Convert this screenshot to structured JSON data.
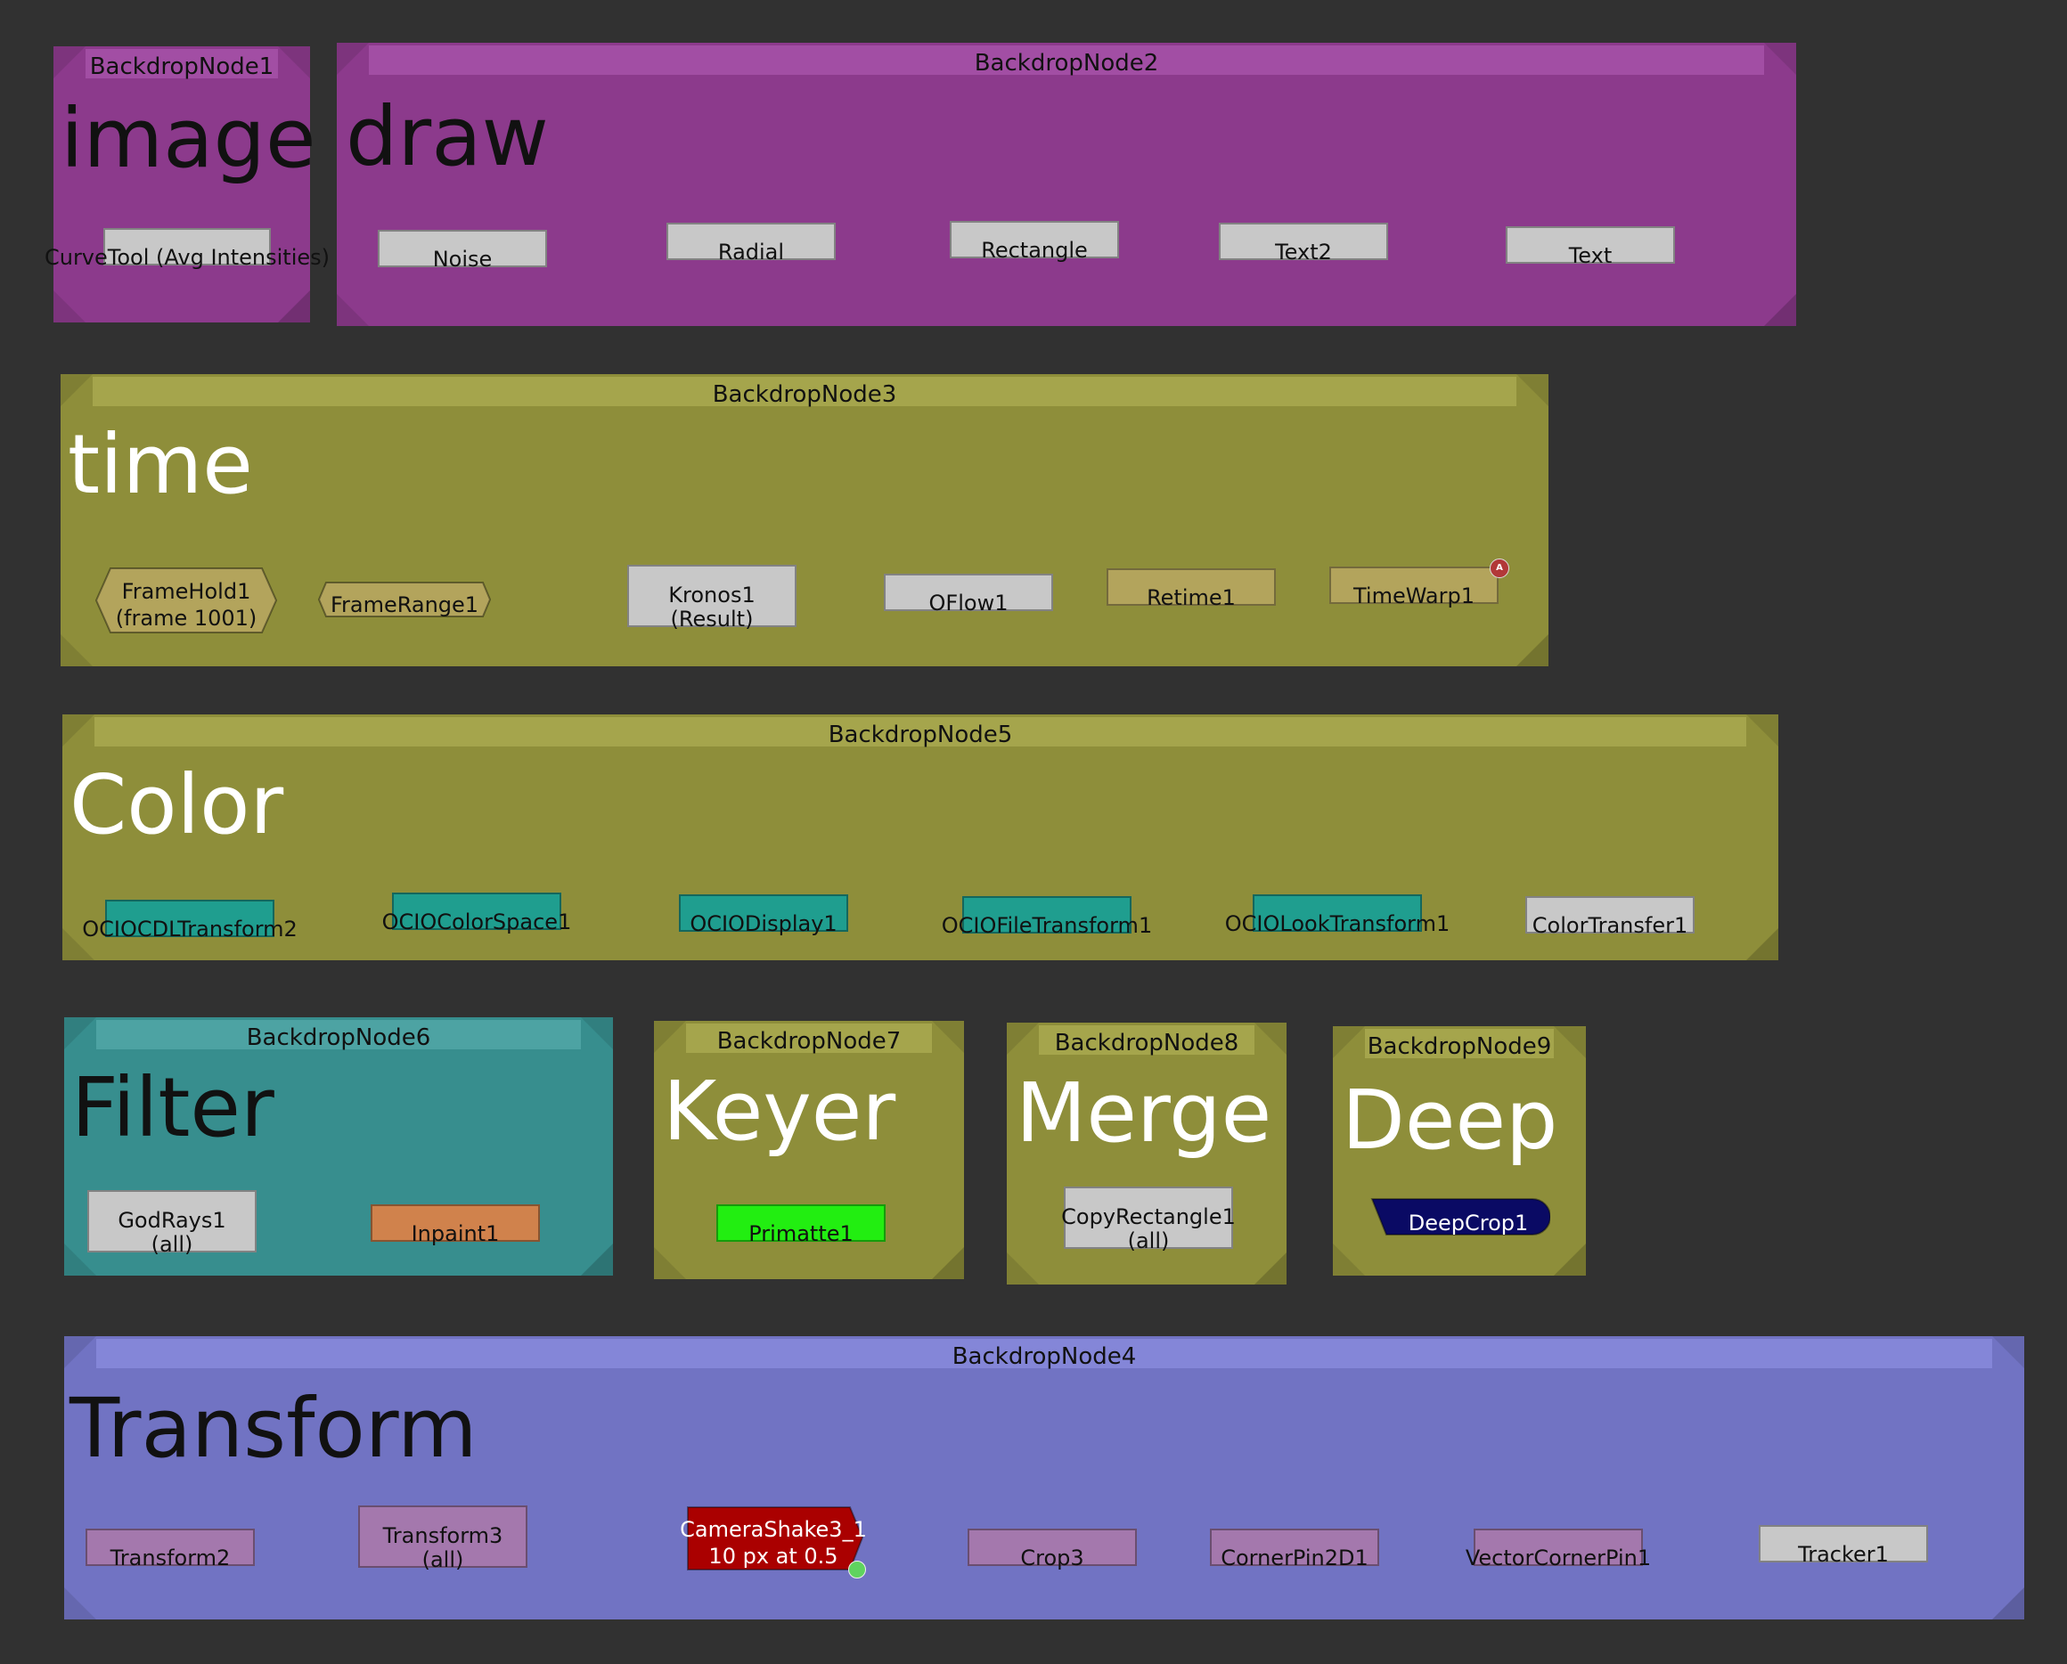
{
  "backdrops": {
    "b1": {
      "title": "BackdropNode1",
      "label": "image"
    },
    "b2": {
      "title": "BackdropNode2",
      "label": "draw"
    },
    "b3": {
      "title": "BackdropNode3",
      "label": "time"
    },
    "b5": {
      "title": "BackdropNode5",
      "label": "Color"
    },
    "b6": {
      "title": "BackdropNode6",
      "label": "Filter"
    },
    "b7": {
      "title": "BackdropNode7",
      "label": "Keyer"
    },
    "b8": {
      "title": "BackdropNode8",
      "label": "Merge"
    },
    "b9": {
      "title": "BackdropNode9",
      "label": "Deep"
    },
    "b4": {
      "title": "BackdropNode4",
      "label": "Transform"
    }
  },
  "nodes": {
    "curvetool": "CurveTool (Avg Intensities)",
    "noise": "Noise",
    "radial": "Radial",
    "rectangle": "Rectangle",
    "text2": "Text2",
    "text": "Text",
    "framehold_1": "FrameHold1",
    "framehold_2": "(frame 1001)",
    "framerange": "FrameRange1",
    "kronos_1": "Kronos1",
    "kronos_2": "(Result)",
    "oflow": "OFlow1",
    "retime": "Retime1",
    "timewarp": "TimeWarp1",
    "timewarp_badge": "A",
    "ociocdl": "OCIOCDLTransform2",
    "ociocolorspace": "OCIOColorSpace1",
    "ociodisplay": "OCIODisplay1",
    "ociofile": "OCIOFileTransform1",
    "ociolook": "OCIOLookTransform1",
    "colortransfer": "ColorTransfer1",
    "godrays_1": "GodRays1",
    "godrays_2": "(all)",
    "inpaint": "Inpaint1",
    "primatte": "Primatte1",
    "copyrect_1": "CopyRectangle1",
    "copyrect_2": "(all)",
    "deepcrop": "DeepCrop1",
    "transform2": "Transform2",
    "transform3_1": "Transform3",
    "transform3_2": "(all)",
    "camshake_1": "CameraShake3_1",
    "camshake_2": "10 px at 0.5",
    "crop3": "Crop3",
    "cornerpin": "CornerPin2D1",
    "vectorcornerpin": "VectorCornerPin1",
    "tracker": "Tracker1"
  },
  "colors": {
    "draw_backdrop": "#8c3a8c",
    "draw_titlebar": "#a24ea4",
    "olive_backdrop": "#8e8e3a",
    "olive_titlebar": "#a5a54c",
    "filter_backdrop": "#378e8e",
    "filter_titlebar": "#4da3a3",
    "transform_backdrop": "#7173c3",
    "transform_titlebar": "#8486d8",
    "grey_node": "#c8c8c8",
    "teal_node": "#1f9e8f",
    "olive_node": "#b3a45c",
    "purple_node": "#a478ad",
    "orange_node": "#d0824c",
    "green_node": "#22ee11",
    "navy_node": "#0a0a64",
    "red_node": "#aa0000"
  }
}
